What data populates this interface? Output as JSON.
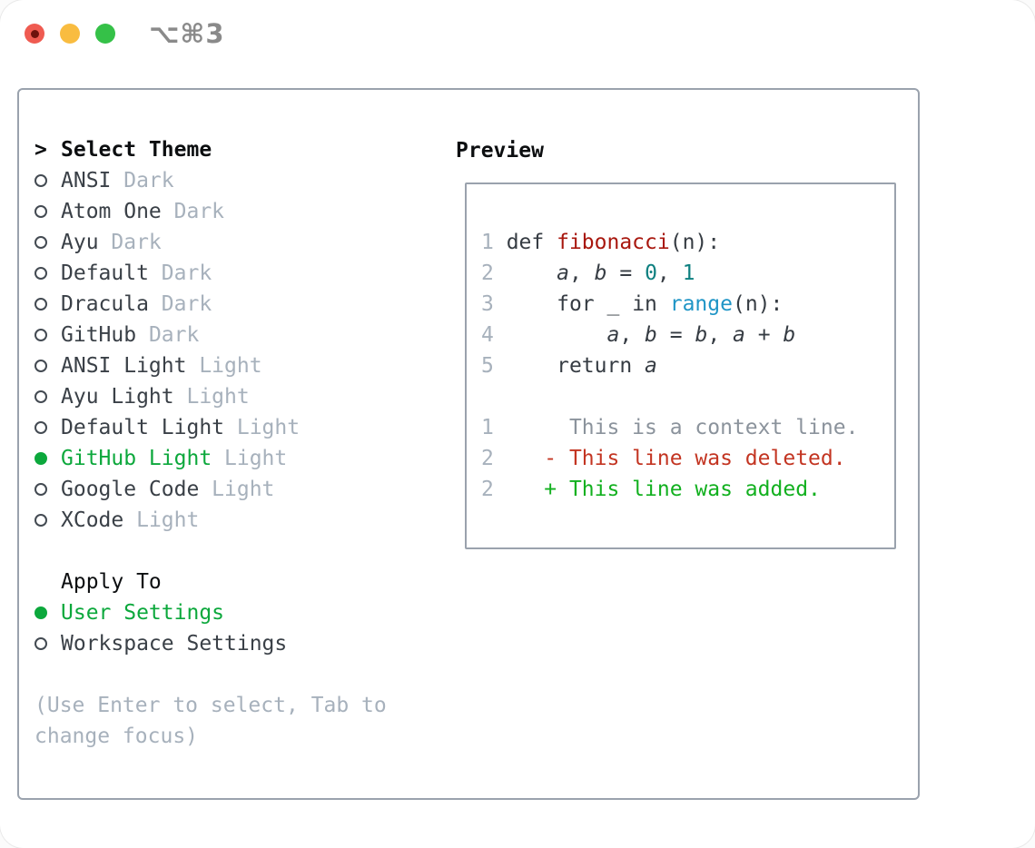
{
  "titlebar": {
    "title": "⌥⌘3"
  },
  "theme_list": {
    "cursor": ">",
    "header": "Select Theme",
    "items": [
      {
        "name": "ANSI",
        "variant": "Dark",
        "selected": false
      },
      {
        "name": "Atom One",
        "variant": "Dark",
        "selected": false
      },
      {
        "name": "Ayu",
        "variant": "Dark",
        "selected": false
      },
      {
        "name": "Default",
        "variant": "Dark",
        "selected": false
      },
      {
        "name": "Dracula",
        "variant": "Dark",
        "selected": false
      },
      {
        "name": "GitHub",
        "variant": "Dark",
        "selected": false
      },
      {
        "name": "ANSI Light",
        "variant": "Light",
        "selected": false
      },
      {
        "name": "Ayu Light",
        "variant": "Light",
        "selected": false
      },
      {
        "name": "Default Light",
        "variant": "Light",
        "selected": false
      },
      {
        "name": "GitHub Light",
        "variant": "Light",
        "selected": true
      },
      {
        "name": "Google Code",
        "variant": "Light",
        "selected": false
      },
      {
        "name": "XCode",
        "variant": "Light",
        "selected": false
      }
    ]
  },
  "apply_to": {
    "header": "Apply To",
    "options": [
      {
        "name": "User Settings",
        "selected": true
      },
      {
        "name": "Workspace Settings",
        "selected": false
      }
    ]
  },
  "help": {
    "lines": [
      "(Use Enter to select, Tab to",
      "change focus)"
    ]
  },
  "preview": {
    "title": "Preview",
    "lines": [
      {
        "segments": [
          {
            "t": "1 ",
            "c": "num"
          },
          {
            "t": "def ",
            "c": "kw"
          },
          {
            "t": "fibonacci",
            "c": "func"
          },
          {
            "t": "(n):",
            "c": "plain"
          }
        ]
      },
      {
        "segments": [
          {
            "t": "2 ",
            "c": "num"
          },
          {
            "t": "    ",
            "c": "plain"
          },
          {
            "t": "a",
            "c": "var"
          },
          {
            "t": ", ",
            "c": "plain"
          },
          {
            "t": "b",
            "c": "var"
          },
          {
            "t": " = ",
            "c": "plain"
          },
          {
            "t": "0",
            "c": "lit"
          },
          {
            "t": ", ",
            "c": "plain"
          },
          {
            "t": "1",
            "c": "lit"
          }
        ]
      },
      {
        "segments": [
          {
            "t": "3 ",
            "c": "num"
          },
          {
            "t": "    ",
            "c": "plain"
          },
          {
            "t": "for ",
            "c": "kw"
          },
          {
            "t": "_ ",
            "c": "plain"
          },
          {
            "t": "in ",
            "c": "kw"
          },
          {
            "t": "range",
            "c": "builtin"
          },
          {
            "t": "(n):",
            "c": "plain"
          }
        ]
      },
      {
        "segments": [
          {
            "t": "4 ",
            "c": "num"
          },
          {
            "t": "        ",
            "c": "plain"
          },
          {
            "t": "a",
            "c": "var"
          },
          {
            "t": ", ",
            "c": "plain"
          },
          {
            "t": "b",
            "c": "var"
          },
          {
            "t": " = ",
            "c": "plain"
          },
          {
            "t": "b",
            "c": "var"
          },
          {
            "t": ", ",
            "c": "plain"
          },
          {
            "t": "a",
            "c": "var"
          },
          {
            "t": " + ",
            "c": "plain"
          },
          {
            "t": "b",
            "c": "var"
          }
        ]
      },
      {
        "segments": [
          {
            "t": "5 ",
            "c": "num"
          },
          {
            "t": "    ",
            "c": "plain"
          },
          {
            "t": "return ",
            "c": "kw"
          },
          {
            "t": "a",
            "c": "var"
          }
        ]
      },
      {
        "segments": []
      },
      {
        "segments": [
          {
            "t": "1 ",
            "c": "num"
          },
          {
            "t": "     This is a context line.",
            "c": "ctx"
          }
        ]
      },
      {
        "segments": [
          {
            "t": "2 ",
            "c": "num"
          },
          {
            "t": "   - This line was deleted.",
            "c": "del"
          }
        ]
      },
      {
        "segments": [
          {
            "t": "2 ",
            "c": "num"
          },
          {
            "t": "   + This line was added.",
            "c": "add"
          }
        ]
      }
    ]
  },
  "colors": {
    "traffic_red": "#ef5b51",
    "traffic_red_dot": "#6d120d",
    "traffic_yellow": "#f9bc40",
    "traffic_green": "#35c148",
    "title_gray": "#8a8a8a",
    "panel_border": "#9aa2ad",
    "header_text": "#0c0e10",
    "item_text": "#3a4047",
    "variant_gray": "#a7b1bc",
    "selected_green": "#0ca83c",
    "radio_ring": "#434a52",
    "line_number_gray": "#a7b1bc",
    "code_text": "#363c43",
    "code_func_red": "#a8170e",
    "code_number_teal": "#0e8080",
    "code_builtin_blue": "#1f95c6",
    "diff_context_gray": "#8b939c",
    "diff_deleted_red": "#c33522",
    "diff_added_green": "#12b01f"
  }
}
